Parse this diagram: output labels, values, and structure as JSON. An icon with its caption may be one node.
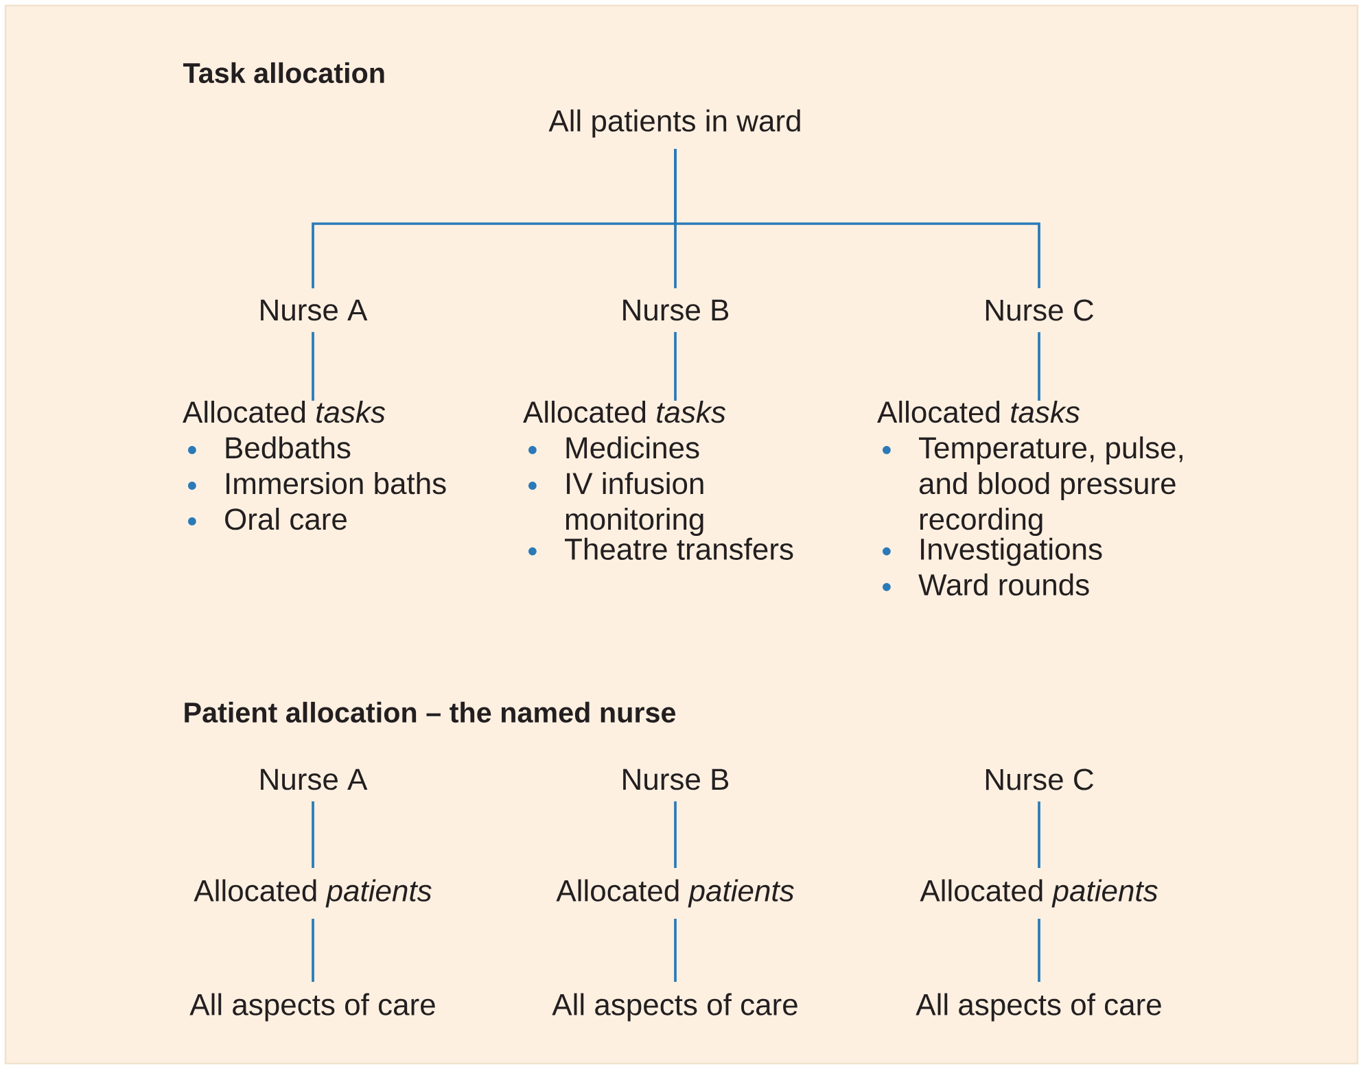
{
  "diagram": {
    "nodes": [
      {
        "text": [
          "All patients in ward"
        ]
      },
      {
        "text": [
          "Nurse A"
        ]
      },
      {
        "text": [
          "Nurse B"
        ]
      },
      {
        "text": [
          "Nurse C"
        ]
      },
      {
        "text": [
          "Allocated *tasks*",
          "Bedbaths",
          "Immersion baths",
          "Oral care"
        ]
      },
      {
        "text": [
          "Allocated *tasks*",
          "Medicines",
          "IV infusion monitoring",
          "Theatre transfers"
        ]
      },
      {
        "text": [
          "Allocated *tasks*",
          "Temperature, pulse, and blood pressure recording",
          "Investigations",
          "Ward rounds"
        ]
      },
      {
        "text": [
          "Nurse A"
        ]
      },
      {
        "text": [
          "Nurse B"
        ]
      },
      {
        "text": [
          "Nurse C"
        ]
      },
      {
        "text": [
          "Allocated *patients*"
        ]
      },
      {
        "text": [
          "Allocated *patients*"
        ]
      },
      {
        "text": [
          "Allocated *patients*"
        ]
      },
      {
        "text": [
          "All aspects of care"
        ]
      },
      {
        "text": [
          "All aspects of care"
        ]
      },
      {
        "text": [
          "All aspects of care"
        ]
      }
    ],
    "edges": [
      {
        "from": 0,
        "to": 1,
        "arrow": "none"
      },
      {
        "from": 0,
        "to": 2,
        "arrow": "none"
      },
      {
        "from": 0,
        "to": 3,
        "arrow": "none"
      },
      {
        "from": 1,
        "to": 4,
        "arrow": "none"
      },
      {
        "from": 2,
        "to": 5,
        "arrow": "none"
      },
      {
        "from": 3,
        "to": 6,
        "arrow": "none"
      },
      {
        "from": 7,
        "to": 10,
        "arrow": "none"
      },
      {
        "from": 10,
        "to": 13,
        "arrow": "none"
      },
      {
        "from": 8,
        "to": 11,
        "arrow": "none"
      },
      {
        "from": 11,
        "to": 14,
        "arrow": "none"
      },
      {
        "from": 9,
        "to": 12,
        "arrow": "none"
      },
      {
        "from": 12,
        "to": 15,
        "arrow": "none"
      }
    ],
    "labels": [
      "Task allocation",
      "Patient allocation – the named nurse"
    ]
  }
}
